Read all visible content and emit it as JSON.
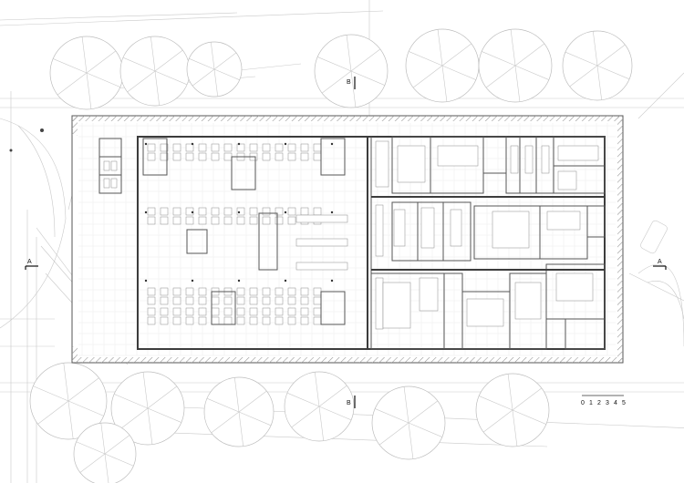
{
  "section_marks": {
    "a_left": "A",
    "a_right": "A",
    "b_top": "B",
    "b_bottom": "B"
  },
  "scale_bar": {
    "ticks": [
      "0",
      "1",
      "2",
      "3",
      "4",
      "5"
    ]
  },
  "colors": {
    "wall": "#3c3c3c",
    "line": "#c9c9c9",
    "furniture": "#8a8a8a",
    "hatch": "#9a9a9a"
  }
}
